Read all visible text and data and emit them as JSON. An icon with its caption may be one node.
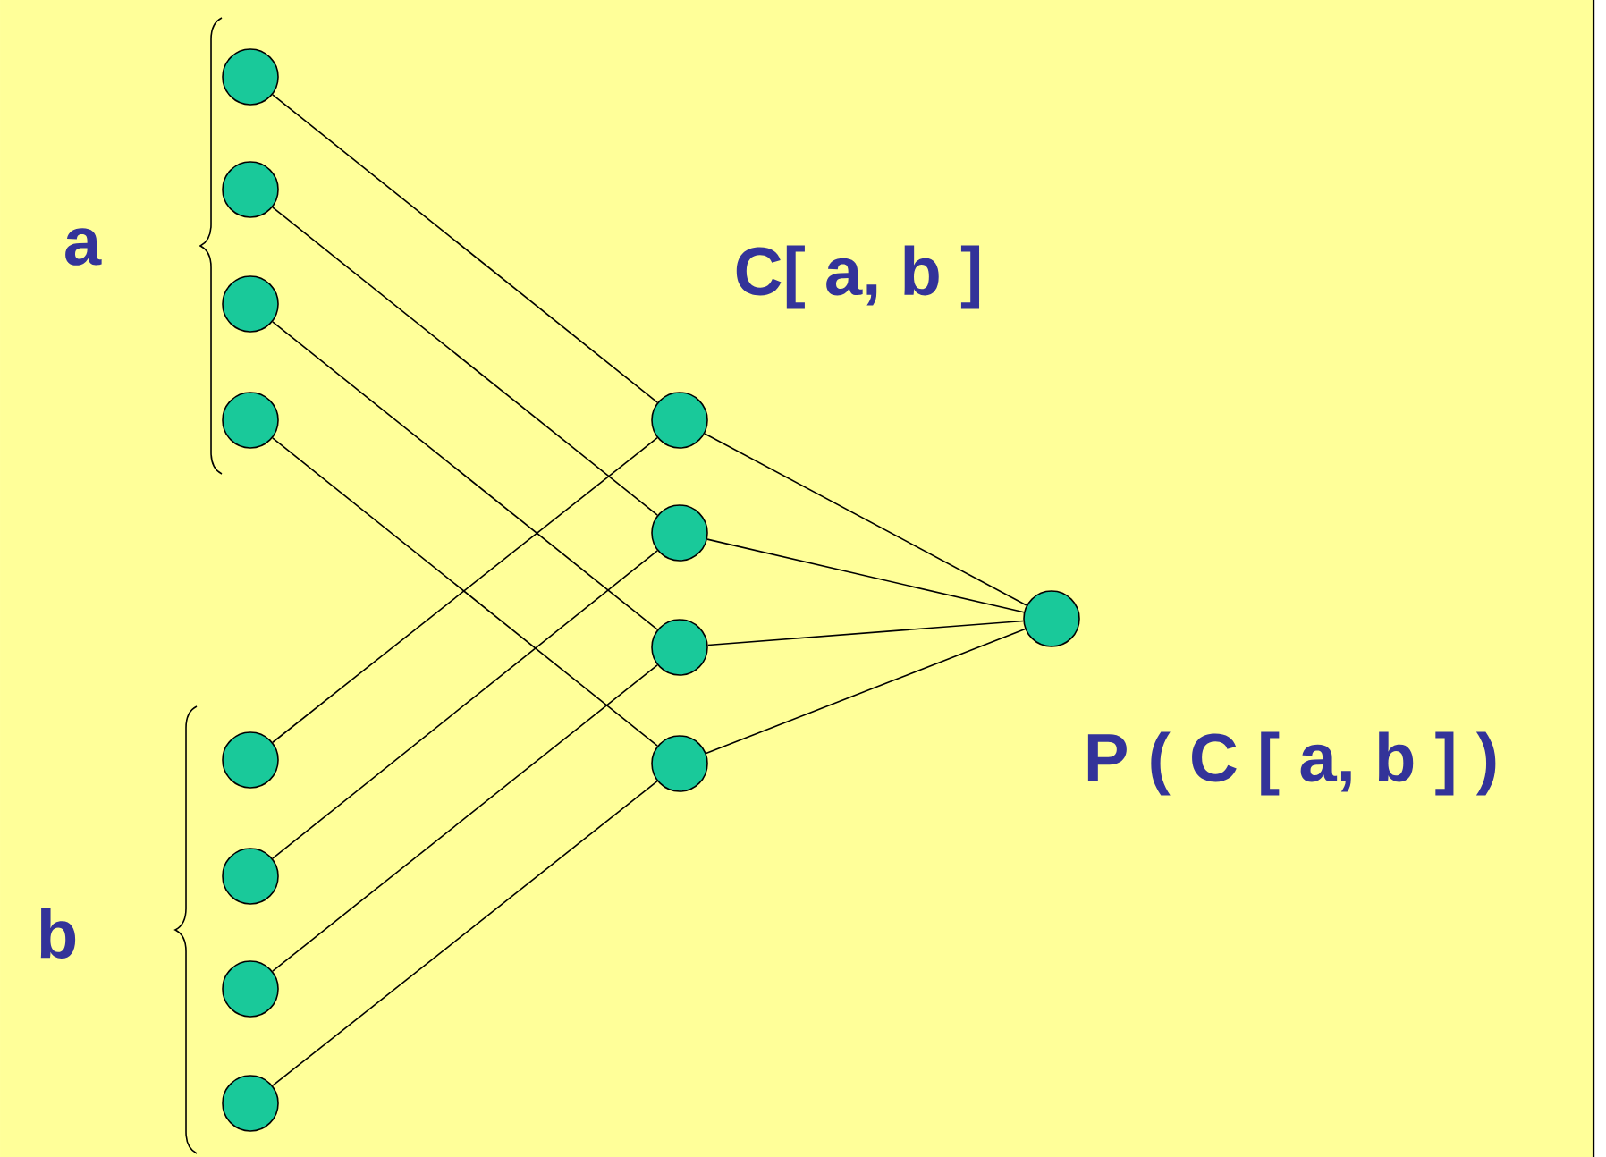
{
  "diagram": {
    "nodes": [
      {
        "text": [],
        "shape": "circle"
      },
      {
        "text": [],
        "shape": "circle"
      },
      {
        "text": [],
        "shape": "circle"
      },
      {
        "text": [],
        "shape": "circle"
      },
      {
        "text": [],
        "shape": "circle"
      },
      {
        "text": [],
        "shape": "circle"
      },
      {
        "text": [],
        "shape": "circle"
      },
      {
        "text": [],
        "shape": "circle"
      },
      {
        "text": [],
        "shape": "circle"
      },
      {
        "text": [],
        "shape": "circle"
      },
      {
        "text": [],
        "shape": "circle"
      },
      {
        "text": [],
        "shape": "circle"
      },
      {
        "text": [],
        "shape": "circle",
        "beside": [
          "P ( C [ a, b ] )"
        ]
      }
    ],
    "edges": [
      {
        "from": 0,
        "to": 8,
        "arrow": "none"
      },
      {
        "from": 1,
        "to": 9,
        "arrow": "none"
      },
      {
        "from": 2,
        "to": 10,
        "arrow": "none"
      },
      {
        "from": 3,
        "to": 11,
        "arrow": "none"
      },
      {
        "from": 4,
        "to": 8,
        "arrow": "none"
      },
      {
        "from": 5,
        "to": 9,
        "arrow": "none"
      },
      {
        "from": 6,
        "to": 10,
        "arrow": "none"
      },
      {
        "from": 7,
        "to": 11,
        "arrow": "none"
      },
      {
        "from": 8,
        "to": 12,
        "arrow": "none"
      },
      {
        "from": 9,
        "to": 12,
        "arrow": "none"
      },
      {
        "from": 10,
        "to": 12,
        "arrow": "none"
      },
      {
        "from": 11,
        "to": 12,
        "arrow": "none"
      }
    ],
    "labels": [
      "a",
      "C[ a, b ]",
      "b"
    ]
  }
}
